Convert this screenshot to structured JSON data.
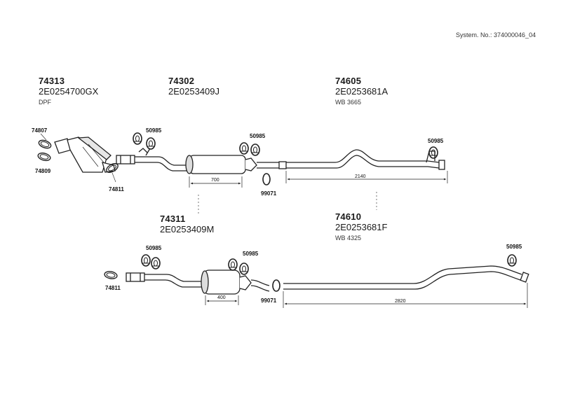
{
  "system_number": "System. No.: 374000046_04",
  "groups": [
    {
      "part_no": "74313",
      "oem": "2E0254700GX",
      "note": "DPF"
    },
    {
      "part_no": "74302",
      "oem": "2E0253409J",
      "note": ""
    },
    {
      "part_no": "74605",
      "oem": "2E0253681A",
      "note": "WB 3665"
    },
    {
      "part_no": "74311",
      "oem": "2E0253409M",
      "note": ""
    },
    {
      "part_no": "74610",
      "oem": "2E0253681F",
      "note": "WB 4325"
    }
  ],
  "labels": {
    "clamp_a": "74807",
    "clamp_b": "74809",
    "clamp_c": "74811",
    "hanger": "50985",
    "ring": "99071"
  },
  "dimensions": {
    "upper_muffler": "700",
    "upper_pipe": "2140",
    "lower_muffler": "400",
    "lower_pipe": "2820"
  }
}
